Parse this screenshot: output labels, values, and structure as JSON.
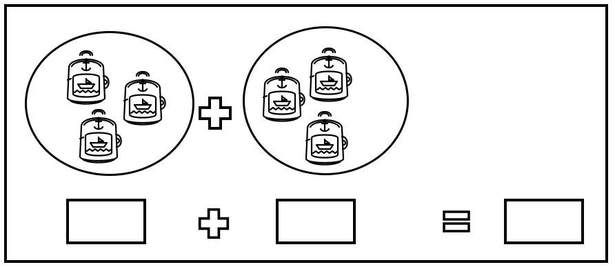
{
  "worksheet": {
    "task": "addition",
    "operator_symbol": "plus-sign-icon",
    "equals_symbol": "equals-sign-icon",
    "item_icon": "backpack-icon",
    "groups": [
      {
        "count": 3,
        "items": [
          "backpack-icon",
          "backpack-icon",
          "backpack-icon"
        ]
      },
      {
        "count": 3,
        "items": [
          "backpack-icon",
          "backpack-icon",
          "backpack-icon"
        ]
      }
    ],
    "answer_boxes": {
      "first_addend": "",
      "second_addend": "",
      "sum": ""
    },
    "colors": {
      "ink": "#000000",
      "paper": "#ffffff"
    }
  }
}
